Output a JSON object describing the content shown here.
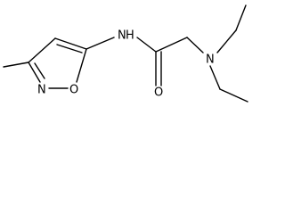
{
  "molecule": {
    "atoms": {
      "amide_nitrogen": "N",
      "amide_hydrogen": "H",
      "carbonyl_oxygen": "O",
      "amine_nitrogen": "N",
      "ring_nitrogen": "N",
      "ring_oxygen": "O"
    },
    "colors": {
      "bond": "#000000",
      "label": "#000000",
      "background": "#ffffff"
    }
  }
}
